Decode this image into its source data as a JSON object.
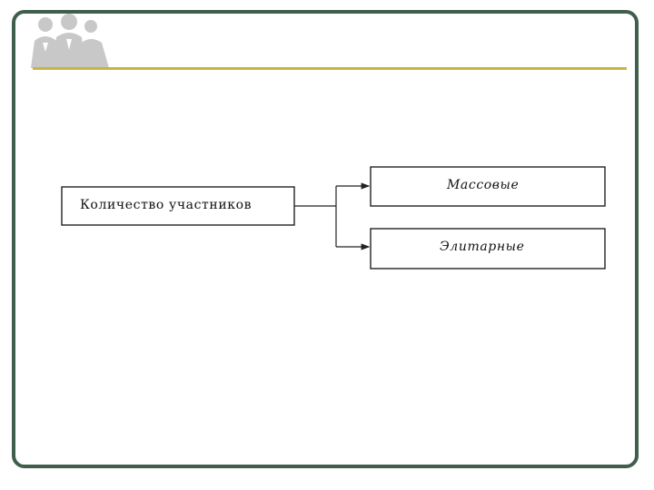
{
  "diagram": {
    "source": {
      "label": "Количество участников"
    },
    "targets": [
      {
        "label": "Массовые"
      },
      {
        "label": "Элитарные"
      }
    ]
  },
  "colors": {
    "frame": "#3f5e4b",
    "rule": "#c9b441",
    "logo": "#c8c8c8",
    "stroke": "#222222"
  }
}
